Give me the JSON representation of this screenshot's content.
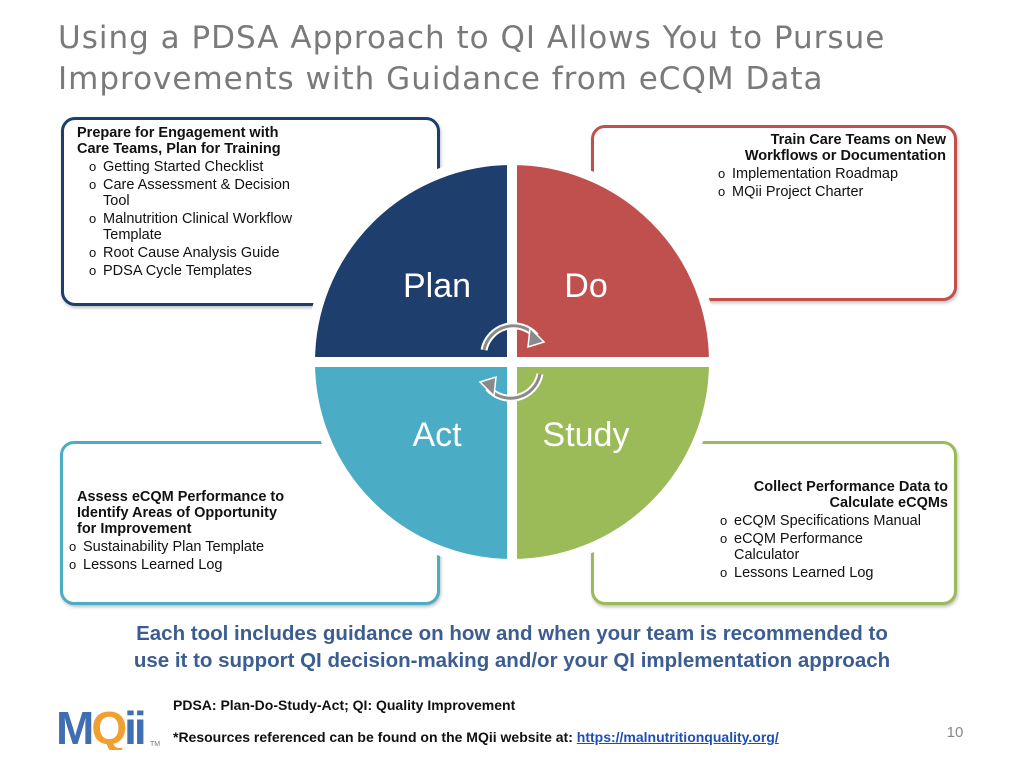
{
  "title": {
    "line1": "Using a PDSA Approach to QI Allows You to Pursue",
    "line2": "Improvements with Guidance from eCQM Data"
  },
  "quadrants": {
    "plan": {
      "label": "Plan",
      "color": "#1e3e6e",
      "heading": "Prepare for Engagement with\nCare Teams, Plan for Training",
      "items": [
        "Getting Started Checklist",
        "Care Assessment & Decision\nTool",
        "Malnutrition Clinical Workflow\nTemplate",
        "Root Cause Analysis Guide",
        "PDSA Cycle Templates"
      ]
    },
    "do": {
      "label": "Do",
      "color": "#c0504d",
      "heading": "Train Care Teams on New\nWorkflows or Documentation",
      "items": [
        "Implementation Roadmap",
        "MQii Project Charter"
      ]
    },
    "act": {
      "label": "Act",
      "color": "#4bacc6",
      "heading": "Assess eCQM Performance to\nIdentify Areas of Opportunity\nfor Improvement",
      "items": [
        "Sustainability Plan Template",
        "Lessons Learned Log"
      ]
    },
    "study": {
      "label": "Study",
      "color": "#9bbb59",
      "heading": "Collect Performance Data to\nCalculate eCQMs",
      "items": [
        "eCQM Specifications Manual",
        "eCQM Performance\nCalculator",
        "Lessons Learned Log"
      ]
    }
  },
  "bullet_glyph": "o",
  "tagline": "Each tool includes guidance on how and when your team is recommended to\nuse it to support QI decision-making and/or your QI implementation approach",
  "footer": {
    "abbreviations": "PDSA: Plan-Do-Study-Act; QI: Quality Improvement",
    "resources_prefix": "*Resources referenced can be found on the MQii website at: ",
    "resources_link": "https://malnutritionquality.org/",
    "page_number": "10"
  },
  "logo": {
    "text": "MQii",
    "trademark": "TM",
    "colors": {
      "m": "#3f6fb0",
      "q": "#f0a030",
      "ii": "#3f6fb0"
    }
  }
}
